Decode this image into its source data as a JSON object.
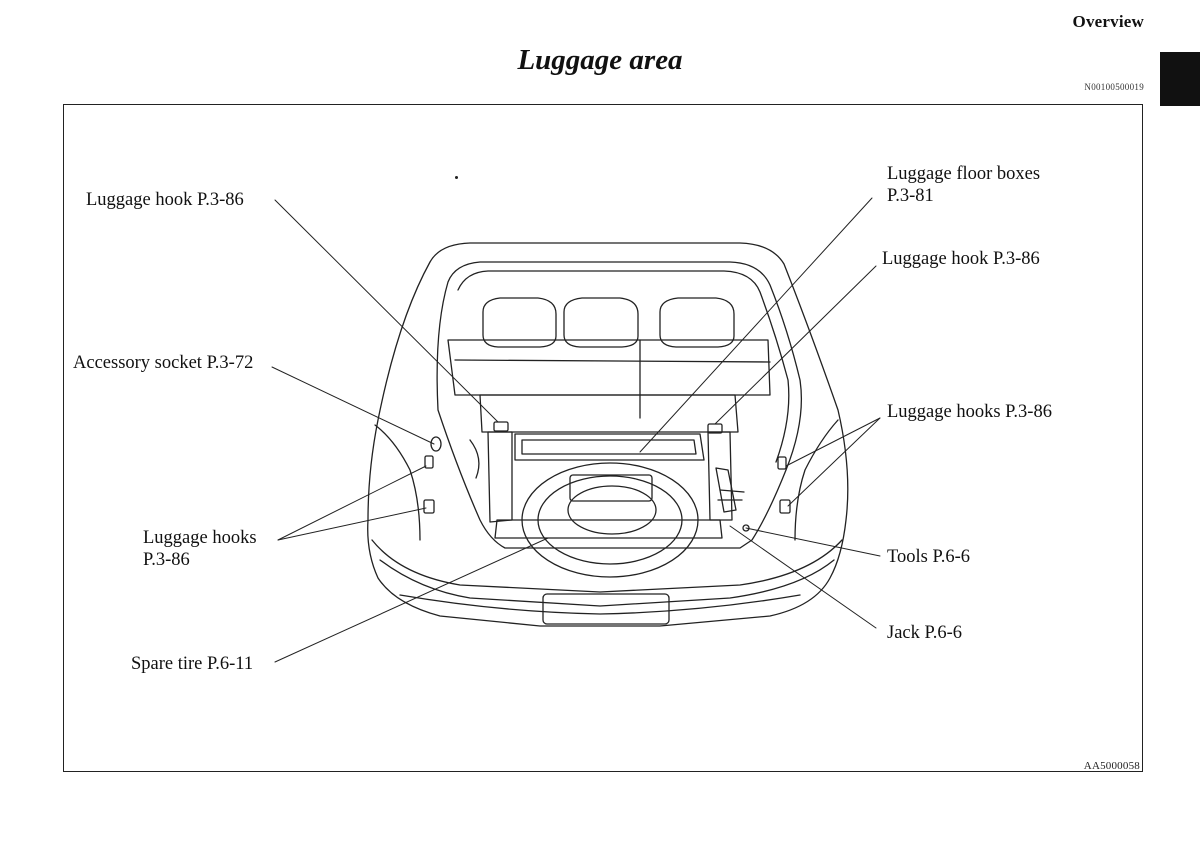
{
  "header": {
    "section": "Overview",
    "title": "Luggage area",
    "doc_code": "N00100500019"
  },
  "figure": {
    "code": "AA5000058",
    "labels": {
      "luggage_hook_left": "Luggage hook P.3-86",
      "floor_boxes_line1": "Luggage floor boxes",
      "floor_boxes_line2": "P.3-81",
      "luggage_hook_right": "Luggage hook P.3-86",
      "accessory_socket": "Accessory socket P.3-72",
      "luggage_hooks_right": "Luggage hooks P.3-86",
      "luggage_hooks_left_line1": "Luggage hooks",
      "luggage_hooks_left_line2": "P.3-86",
      "tools": "Tools P.6-6",
      "jack": "Jack P.6-6",
      "spare_tire": "Spare tire P.6-11"
    }
  }
}
